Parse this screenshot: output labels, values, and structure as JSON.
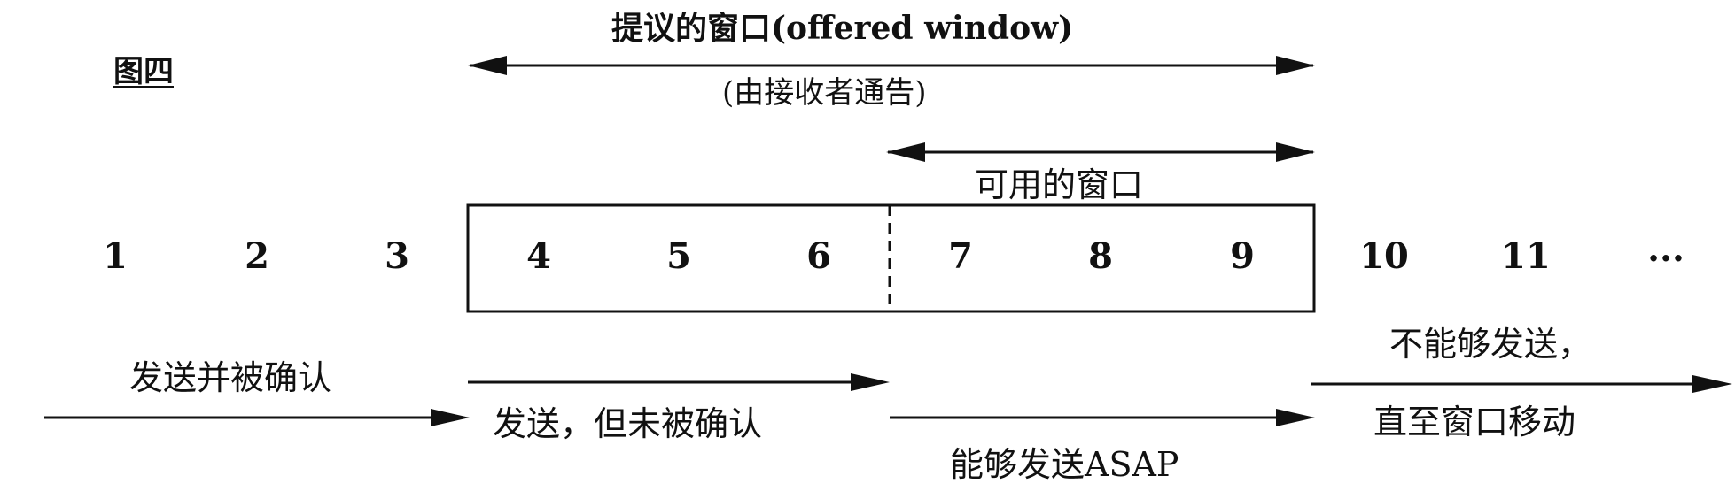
{
  "figure_label": "图四",
  "offered_window": {
    "title": "提议的窗口(offered window)",
    "subtitle": "(由接收者通告)"
  },
  "usable_window": {
    "label": "可用的窗口"
  },
  "sequence": [
    "1",
    "2",
    "3",
    "4",
    "5",
    "6",
    "7",
    "8",
    "9",
    "10",
    "11",
    "..."
  ],
  "regions": {
    "sent_acked": "发送并被确认",
    "sent_not_acked": "发送，但未被确认",
    "can_send": "能够发送ASAP",
    "cannot_send_line1": "不能够发送，",
    "cannot_send_line2": "直至窗口移动"
  }
}
